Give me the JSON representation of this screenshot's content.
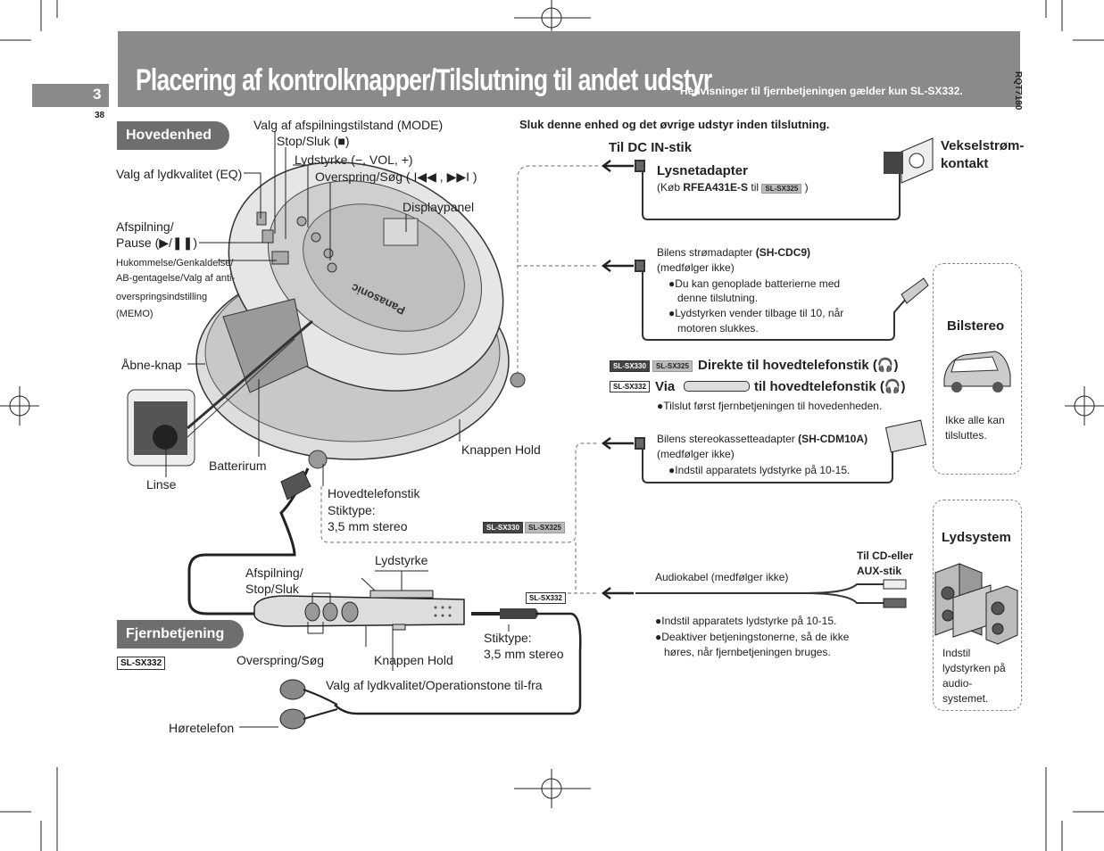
{
  "header": {
    "title": "Placering af kontrolknapper/Tilslutning til andet udstyr",
    "subtitle": "Henvisninger til fjernbetjeningen gælder kun SL-SX332.",
    "page_number": "3",
    "page_small": "38",
    "doc_ref": "RQT7180"
  },
  "main_unit": {
    "section_label": "Hovedenhed",
    "labels": {
      "mode": "Valg af afspilningstilstand (MODE)",
      "stop": "Stop/Sluk (■)",
      "volume": "Lydstyrke (−, VOL, +)",
      "skip": "Overspring/Søg ( I◀◀ , ▶▶I )",
      "eq": "Valg af lydkvalitet (EQ)",
      "display": "Displaypanel",
      "play_1": "Afspilning/",
      "play_2": "Pause (▶/❚❚)",
      "memo_1": "Hukommelse/Genkaldelse/",
      "memo_2": "AB-gentagelse/Valg af anti-",
      "memo_3": "overspringsindstilling",
      "memo_4": "(MEMO)",
      "open": "Åbne-knap",
      "lens": "Linse",
      "battery": "Batterirum",
      "hold": "Knappen Hold",
      "headphone_jack": "Hovedtelefonstik",
      "plug_type": "Stiktype:",
      "plug_size": "3,5 mm stereo",
      "brand": "Panasonic"
    }
  },
  "remote": {
    "section_label": "Fjernbetjening",
    "model_tag": "SL-SX332",
    "labels": {
      "play_stop_1": "Afspilning/",
      "play_stop_2": "Stop/Sluk",
      "volume": "Lydstyrke",
      "skip": "Overspring/Søg",
      "hold": "Knappen Hold",
      "plug_type": "Stiktype:",
      "plug_size": "3,5 mm stereo",
      "eq_tone": "Valg af lydkvalitet/Operationstone til-fra",
      "earphone": "Høretelefon"
    }
  },
  "connections": {
    "warning": "Sluk denne enhed og det øvrige udstyr inden tilslutning.",
    "dc_in": "Til DC IN-stik",
    "ac_adapter": {
      "title": "Lysnetadapter",
      "buy_prefix": "(Køb ",
      "buy_model": "RFEA431E-S",
      "buy_mid": " til ",
      "buy_tag": "SL-SX325",
      "buy_suffix": " )",
      "outlet_1": "Vekselstrøm-",
      "outlet_2": "kontakt"
    },
    "car_power": {
      "title_prefix": "Bilens strømadapter ",
      "title_model": "(SH-CDC9)",
      "note": "(medfølger ikke)",
      "bullet1_1": "●Du kan genoplade batterierne med",
      "bullet1_2": "denne tilslutning.",
      "bullet2_1": "●Lydstyrken vender tilbage til 10, når",
      "bullet2_2": "motoren slukkes."
    },
    "car_stereo": {
      "title": "Bilstereo",
      "note_1": "Ikke alle kan",
      "note_2": "tilsluttes."
    },
    "direct": {
      "tag1": "SL-SX330",
      "tag2": "SL-SX325",
      "text": "Direkte til hovedtelefonstik (🎧)",
      "via_tag": "SL-SX332",
      "via_prefix": "Via",
      "via_suffix": "til hovedtelefonstik (🎧)",
      "bullet": "●Tilslut først fjernbetjeningen til hovedenheden."
    },
    "cassette": {
      "title_prefix": "Bilens stereokassetteadapter ",
      "title_model": "(SH-CDM10A)",
      "note": "(medfølger ikke)",
      "bullet": "●Indstil apparatets lydstyrke på 10-15."
    },
    "jack_tags": {
      "tag1": "SL-SX330",
      "tag2": "SL-SX325",
      "tag3": "SL-SX332"
    },
    "audio": {
      "cable": "Audiokabel (medfølger ikke)",
      "to_cd_1": "Til CD-eller",
      "to_cd_2": "AUX-stik",
      "bullet1": "●Indstil apparatets lydstyrke på 10-15.",
      "bullet2_1": "●Deaktiver betjeningstonerne, så de ikke",
      "bullet2_2": "høres, når fjernbetjeningen bruges."
    },
    "system": {
      "title": "Lydsystem",
      "note_1": "Indstil",
      "note_2": "lydstyrken på",
      "note_3": "audio-",
      "note_4": "systemet."
    }
  }
}
